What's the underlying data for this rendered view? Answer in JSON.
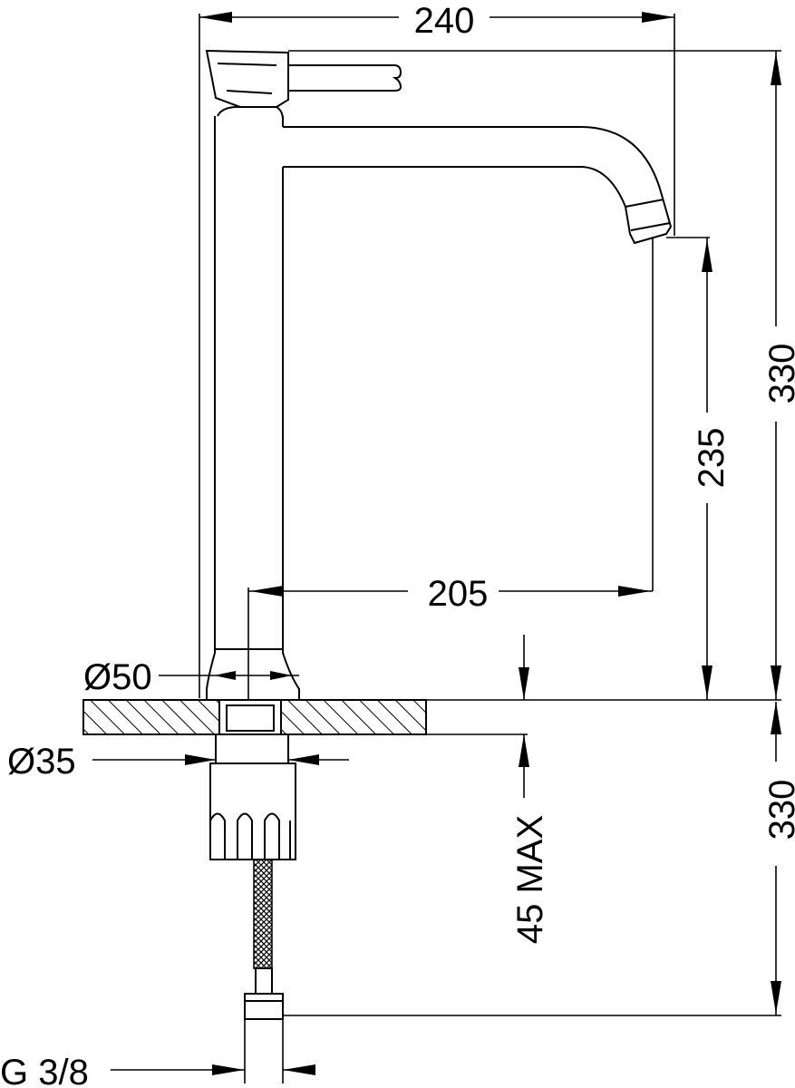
{
  "dimensions": {
    "overall_width": "240",
    "height_above_deck": "330",
    "spout_height": "235",
    "spout_reach": "205",
    "base_diameter": "Ø50",
    "shank_diameter": "Ø35",
    "deck_thickness": "45 MAX",
    "height_below_deck": "330",
    "connection_thread": "G 3/8"
  }
}
